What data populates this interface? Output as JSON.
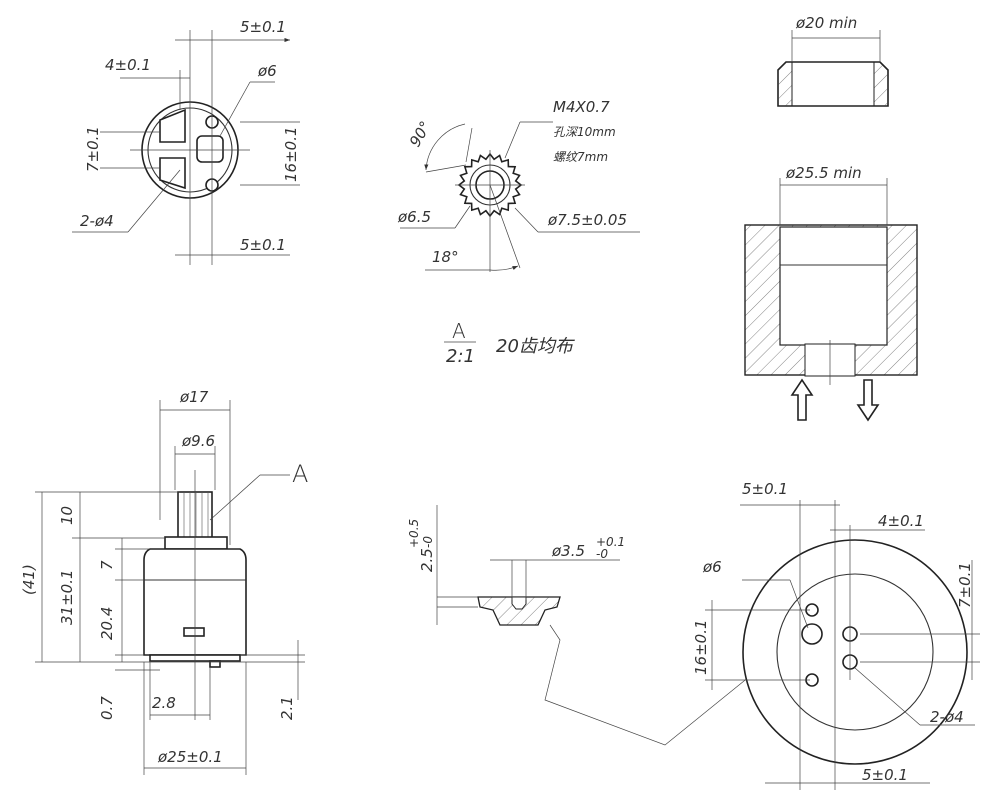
{
  "top_view": {
    "dim_top": "5±0.1",
    "dim_left": "4±0.1",
    "hole_large": "ø6",
    "dim_7": "7±0.1",
    "dim_16": "16±0.1",
    "holes_small": "2-ø4",
    "dim_bottom": "5±0.1"
  },
  "gear_detail": {
    "thread": "M4X0.7",
    "hole_depth": "孔深10mm",
    "thread_depth": "螺纹7mm",
    "angle_90": "90°",
    "root_dia": "ø6.5",
    "tip_dia": "ø7.5±0.05",
    "angle_18": "18°",
    "view_label": "A",
    "scale": "2:1",
    "teeth_note": "20齿均布"
  },
  "seat_view": {
    "ring_dia": "ø20 min",
    "bore_dia": "ø25.5 min"
  },
  "side_view": {
    "dia_17": "ø17",
    "dia_9_6": "ø9.6",
    "detail_ref": "A",
    "dim_10": "10",
    "dim_41": "(41)",
    "dim_31": "31±0.1",
    "dim_7": "7",
    "dim_20_4": "20.4",
    "dim_0_7": "0.7",
    "dim_2_8": "2.8",
    "dim_2_1": "2.1",
    "dia_25": "ø25±0.1"
  },
  "section_detail": {
    "depth": "2.5",
    "depth_tol_upper": "+0.5",
    "depth_tol_lower": "-0",
    "hole_dia": "ø3.5",
    "hole_tol_upper": "+0.1",
    "hole_tol_lower": "-0"
  },
  "bottom_view": {
    "dim_top": "5±0.1",
    "dim_4": "4±0.1",
    "hole_large": "ø6",
    "dim_7": "7±0.1",
    "dim_16": "16±0.1",
    "holes_small": "2-ø4",
    "dim_bottom": "5±0.1"
  }
}
